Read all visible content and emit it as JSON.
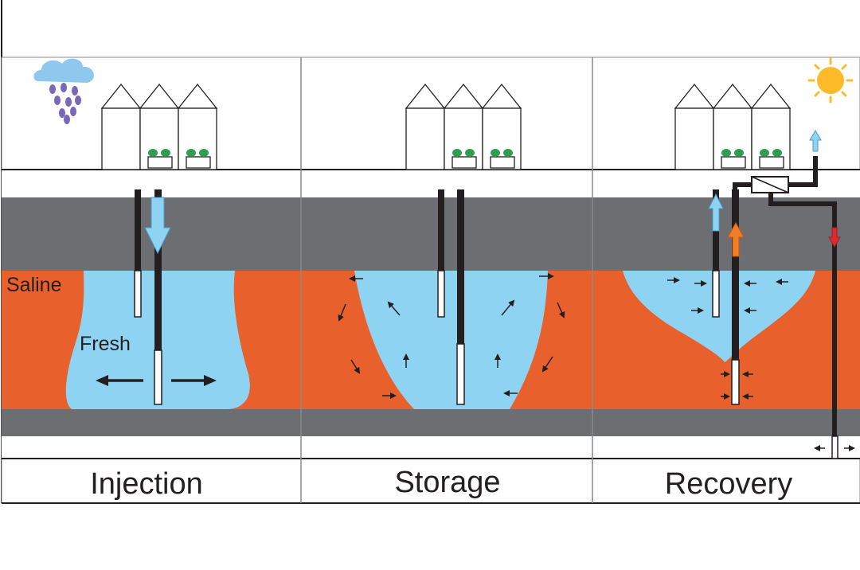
{
  "labels": {
    "saline": "Saline",
    "fresh": "Fresh"
  },
  "panels": [
    {
      "id": "injection",
      "caption": "Injection"
    },
    {
      "id": "storage",
      "caption": "Storage"
    },
    {
      "id": "recovery",
      "caption": "Recovery"
    }
  ],
  "colors": {
    "saline": "#e8612c",
    "fresh": "#8fd3f2",
    "aquitard": "#6d6e71",
    "well": "#231f20",
    "cold_arrow": "#8fd3f2",
    "warm_arrow": "#f07e26",
    "heat_arrow": "#e0282e",
    "sun": "#fdbb2a",
    "plant": "#2e9e4f",
    "rain": "#7a67b8",
    "cloud": "#8fc8ee"
  },
  "icons": [
    "rain-cloud-icon",
    "sun-icon",
    "greenhouse-icon",
    "heat-exchanger-icon"
  ]
}
